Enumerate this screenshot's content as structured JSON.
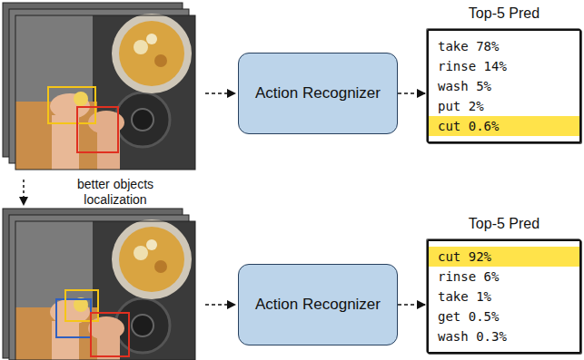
{
  "diagram": {
    "nodes": [
      {
        "text": [
          "Action Recognizer"
        ]
      },
      {
        "text": [
          "Top-5 Pred",
          "take 78%",
          "rinse 14%",
          "wash 5%",
          "put 2%",
          "cut 0.6%"
        ]
      },
      {
        "text": [
          "Action Recognizer"
        ]
      },
      {
        "text": [
          "Top-5 Pred",
          "cut 92%",
          "rinse 6%",
          "take 1%",
          "get 0.5%",
          "wash 0.3%"
        ]
      }
    ],
    "edges": [
      {
        "from": 0,
        "to": 1,
        "arrow": "to"
      },
      {
        "from": 2,
        "to": 3,
        "arrow": "to"
      }
    ],
    "labels": [
      "better objects localization"
    ]
  }
}
